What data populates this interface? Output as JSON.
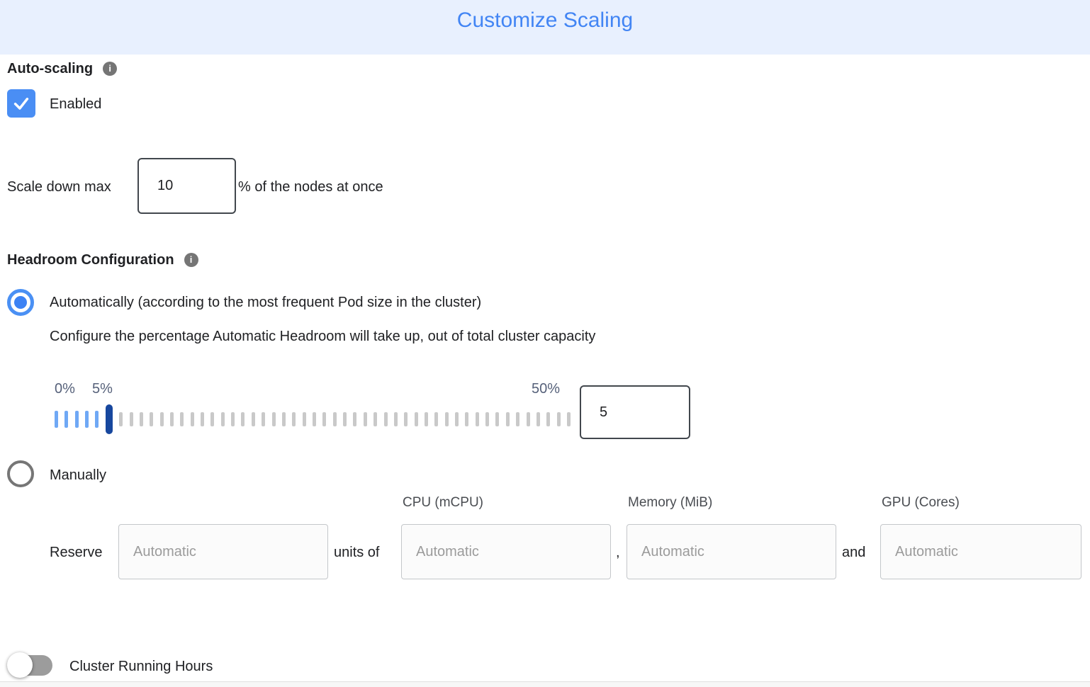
{
  "header": {
    "title": "Customize Scaling"
  },
  "auto_scaling": {
    "label": "Auto-scaling",
    "enabled_label": "Enabled",
    "checkbox_checked": true
  },
  "scale_down": {
    "prefix": "Scale down max",
    "value": "10",
    "suffix": "% of the nodes at once"
  },
  "headroom": {
    "label": "Headroom Configuration",
    "auto_option": "Automatically (according to the most frequent Pod size in the cluster)",
    "auto_description": "Configure the percentage Automatic Headroom will take up, out of total cluster capacity",
    "manual_option": "Manually",
    "slider": {
      "min_label": "0%",
      "current_label": "5%",
      "max_label": "50%",
      "value": "5",
      "total_ticks": 51,
      "handle_index": 5
    }
  },
  "reserve": {
    "label": "Reserve",
    "units_label": "units of",
    "separator_comma": ",",
    "separator_and": "and",
    "placeholder": "Automatic",
    "columns": [
      "CPU (mCPU)",
      "Memory (MiB)",
      "GPU (Cores)"
    ]
  },
  "cluster_running_hours": {
    "label": "Cluster Running Hours",
    "toggle_on": false
  },
  "colors": {
    "accent_blue": "#4285f4",
    "header_bg": "#e8f0fe",
    "checkbox_blue": "#4a8ef4",
    "tick_blue": "#6fa8f5",
    "tick_gray": "#c9c9c9",
    "handle_navy": "#17479e",
    "slider_label": "#56617a"
  }
}
